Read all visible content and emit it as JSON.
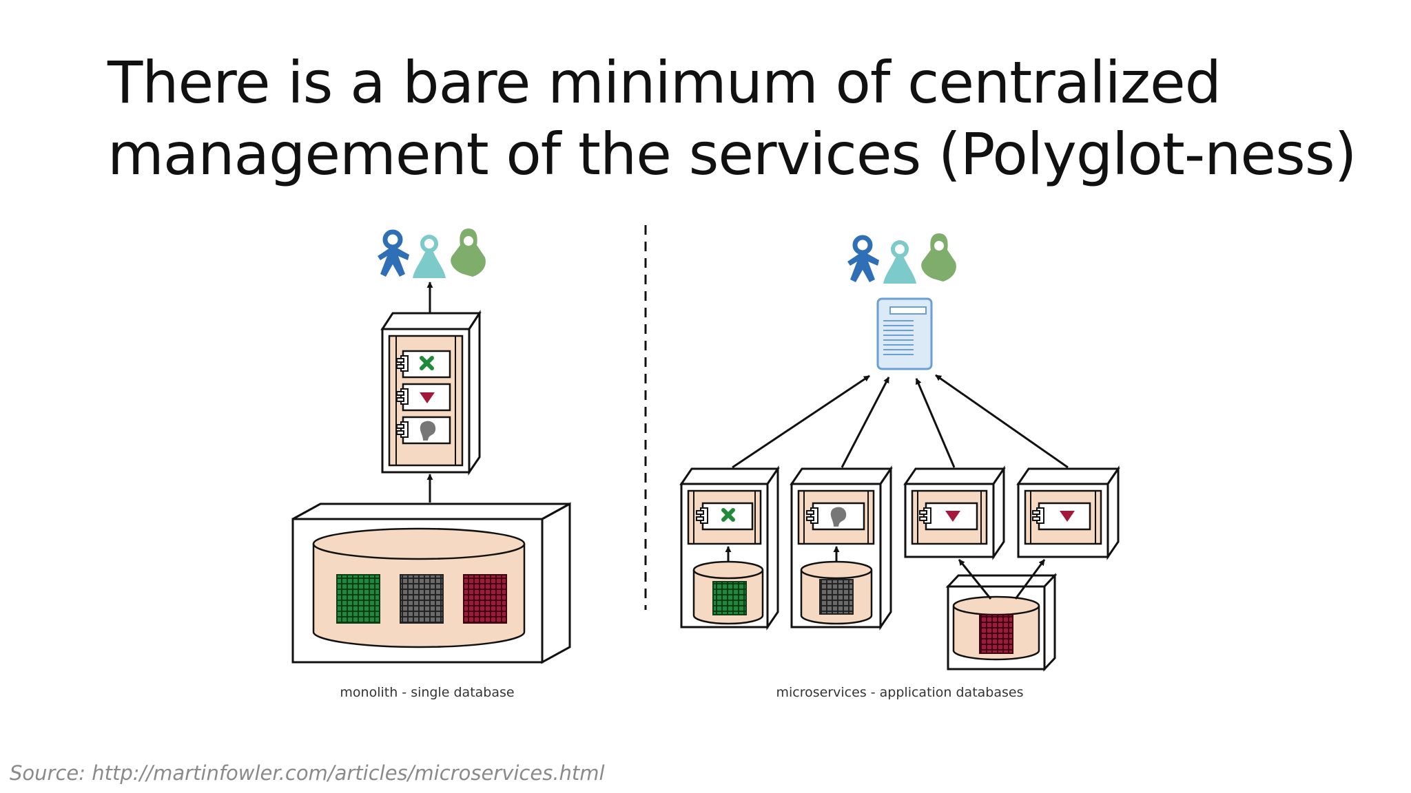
{
  "slide": {
    "title_lines": [
      "There is a bare minimum of centralized",
      "management of the services (Polyglot-ness)"
    ],
    "source": "Source: http://martinfowler.com/articles/microservices.html"
  },
  "diagram": {
    "left_caption": "monolith - single database",
    "right_caption": "microservices - application databases"
  },
  "colors": {
    "user_blue": "#2f6fb5",
    "user_teal": "#7ccac9",
    "user_green": "#7fae6c",
    "box_fill": "#f6d9c3",
    "grid_green": "#1f8a3a",
    "grid_gray": "#5a5a5a",
    "grid_red": "#a3193a",
    "doc_fill": "#dce9f7",
    "doc_lines": "#6a9fd4"
  }
}
